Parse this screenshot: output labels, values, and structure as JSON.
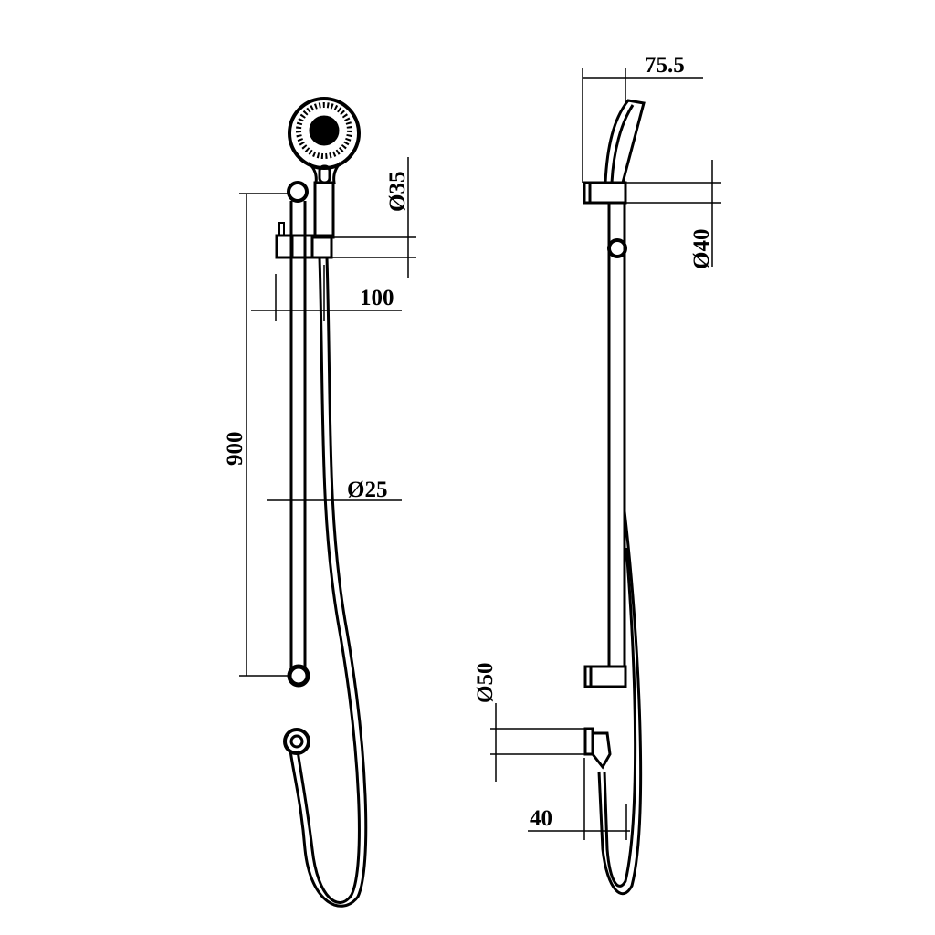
{
  "front_view": {
    "height_label": "900",
    "projection_label": "100",
    "rail_diameter_label": "Ø25",
    "slider_diameter_label": "Ø35"
  },
  "side_view": {
    "head_projection_label": "75.5",
    "bracket_diameter_label": "Ø40",
    "outlet_diameter_label": "Ø50",
    "outlet_projection_label": "40"
  },
  "colors": {
    "line": "#000000",
    "background": "#ffffff"
  }
}
